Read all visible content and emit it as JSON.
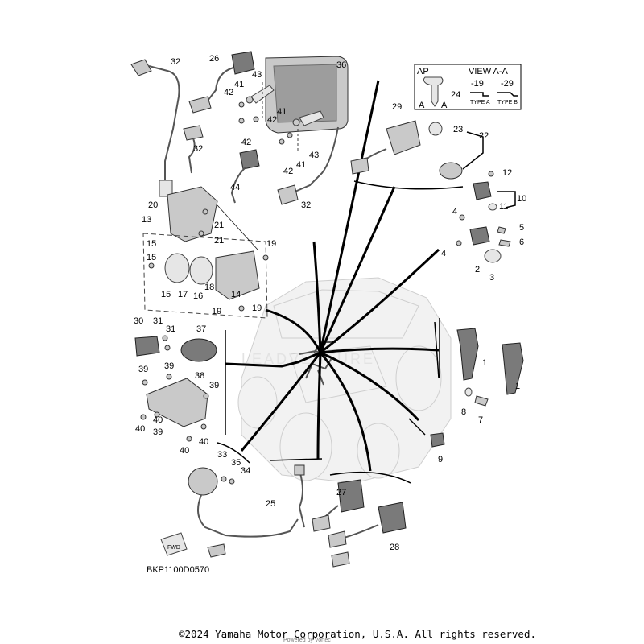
{
  "diagram": {
    "code": "BKP1100D0570",
    "copyright": "©2024 Yamaha Motor Corporation, U.S.A. All rights reserved.",
    "copyright_sub": "Powered by Vortec",
    "watermark": "LEADVENTURE",
    "fwd_label": "FWD",
    "view_box": {
      "ap": "AP",
      "title": "VIEW A-A",
      "suffix_19": "-19",
      "suffix_29": "-29",
      "type_a": "TYPE A",
      "type_b": "TYPE B",
      "a_left": "A",
      "a_right": "A"
    },
    "callouts": {
      "c32a": "32",
      "c26": "26",
      "c36": "36",
      "c43a": "43",
      "c41a": "41",
      "c42a": "42",
      "c41b": "41",
      "c42b": "42",
      "c42c": "42",
      "c41c": "41",
      "c42d": "42",
      "c43b": "43",
      "c32b": "32",
      "c44": "44",
      "c32c": "32",
      "c20": "20",
      "c21a": "21",
      "c21b": "21",
      "c13": "13",
      "c15a": "15",
      "c15b": "15",
      "c19a": "19",
      "c15c": "15",
      "c17": "17",
      "c16": "16",
      "c18": "18",
      "c14": "14",
      "c19b": "19",
      "c19c": "19",
      "c30": "30",
      "c31a": "31",
      "c31b": "31",
      "c37": "37",
      "c39a": "39",
      "c39b": "39",
      "c38": "38",
      "c39c": "39",
      "c40a": "40",
      "c40b": "40",
      "c39d": "39",
      "c40c": "40",
      "c40d": "40",
      "c33": "33",
      "c35": "35",
      "c34": "34",
      "c25": "25",
      "c27": "27",
      "c28": "28",
      "c9": "9",
      "c1a": "1",
      "c1b": "1",
      "c8": "8",
      "c7": "7",
      "c29": "29",
      "c23": "23",
      "c22": "22",
      "c24": "24",
      "c12": "12",
      "c10": "10",
      "c11": "11",
      "c4a": "4",
      "c5": "5",
      "c6": "6",
      "c4b": "4",
      "c2": "2",
      "c3": "3"
    }
  }
}
